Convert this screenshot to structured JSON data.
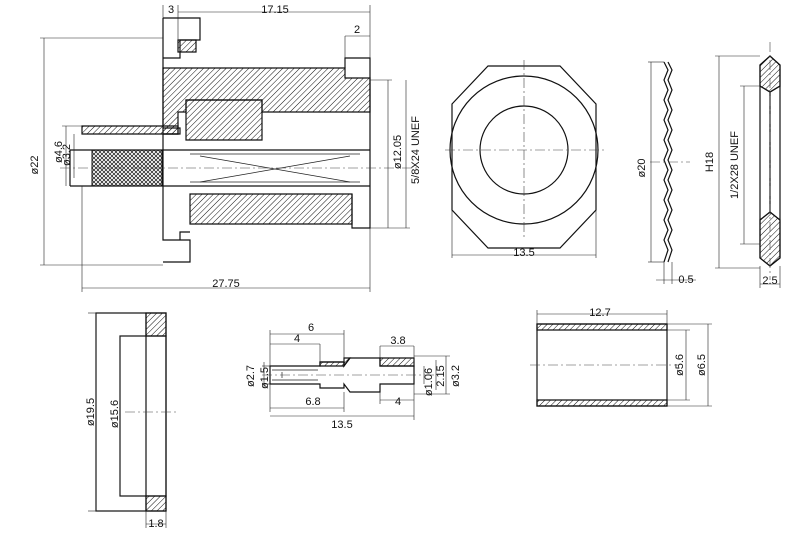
{
  "dimensions": {
    "top_3": "3",
    "top_17_15": "17.15",
    "step_2": "2",
    "dia_22": "ø22",
    "dia_4_6": "ø4.6",
    "dia_3_2": "ø3.2",
    "dia_12_05": "ø12.05",
    "thread_5_8": "5/8X24 UNEF",
    "len_27_75": "27.75",
    "nut_13_5": "13.5",
    "dia_20": "ø20",
    "washer_0_5": "0.5",
    "h18": "H18",
    "thread_1_2": "1/2X28 UNEF",
    "nut_2_5": "2.5",
    "dia_19_5": "ø19.5",
    "dia_15_6": "ø15.6",
    "ring_1_8": "1.8",
    "pin_6": "6",
    "pin_4a": "4",
    "pin_3_8": "3.8",
    "pin_dia_2_7": "ø2.7",
    "pin_dia_1_5": "ø1.5",
    "pin_dia_1_06": "ø1.06",
    "pin_2_15": "2.15",
    "pin_dia_3_2": "ø3.2",
    "pin_6_8": "6.8",
    "pin_4b": "4",
    "pin_13_5": "13.5",
    "sleeve_12_7": "12.7",
    "sleeve_dia_5_6": "ø5.6",
    "sleeve_dia_6_5": "ø6.5"
  }
}
